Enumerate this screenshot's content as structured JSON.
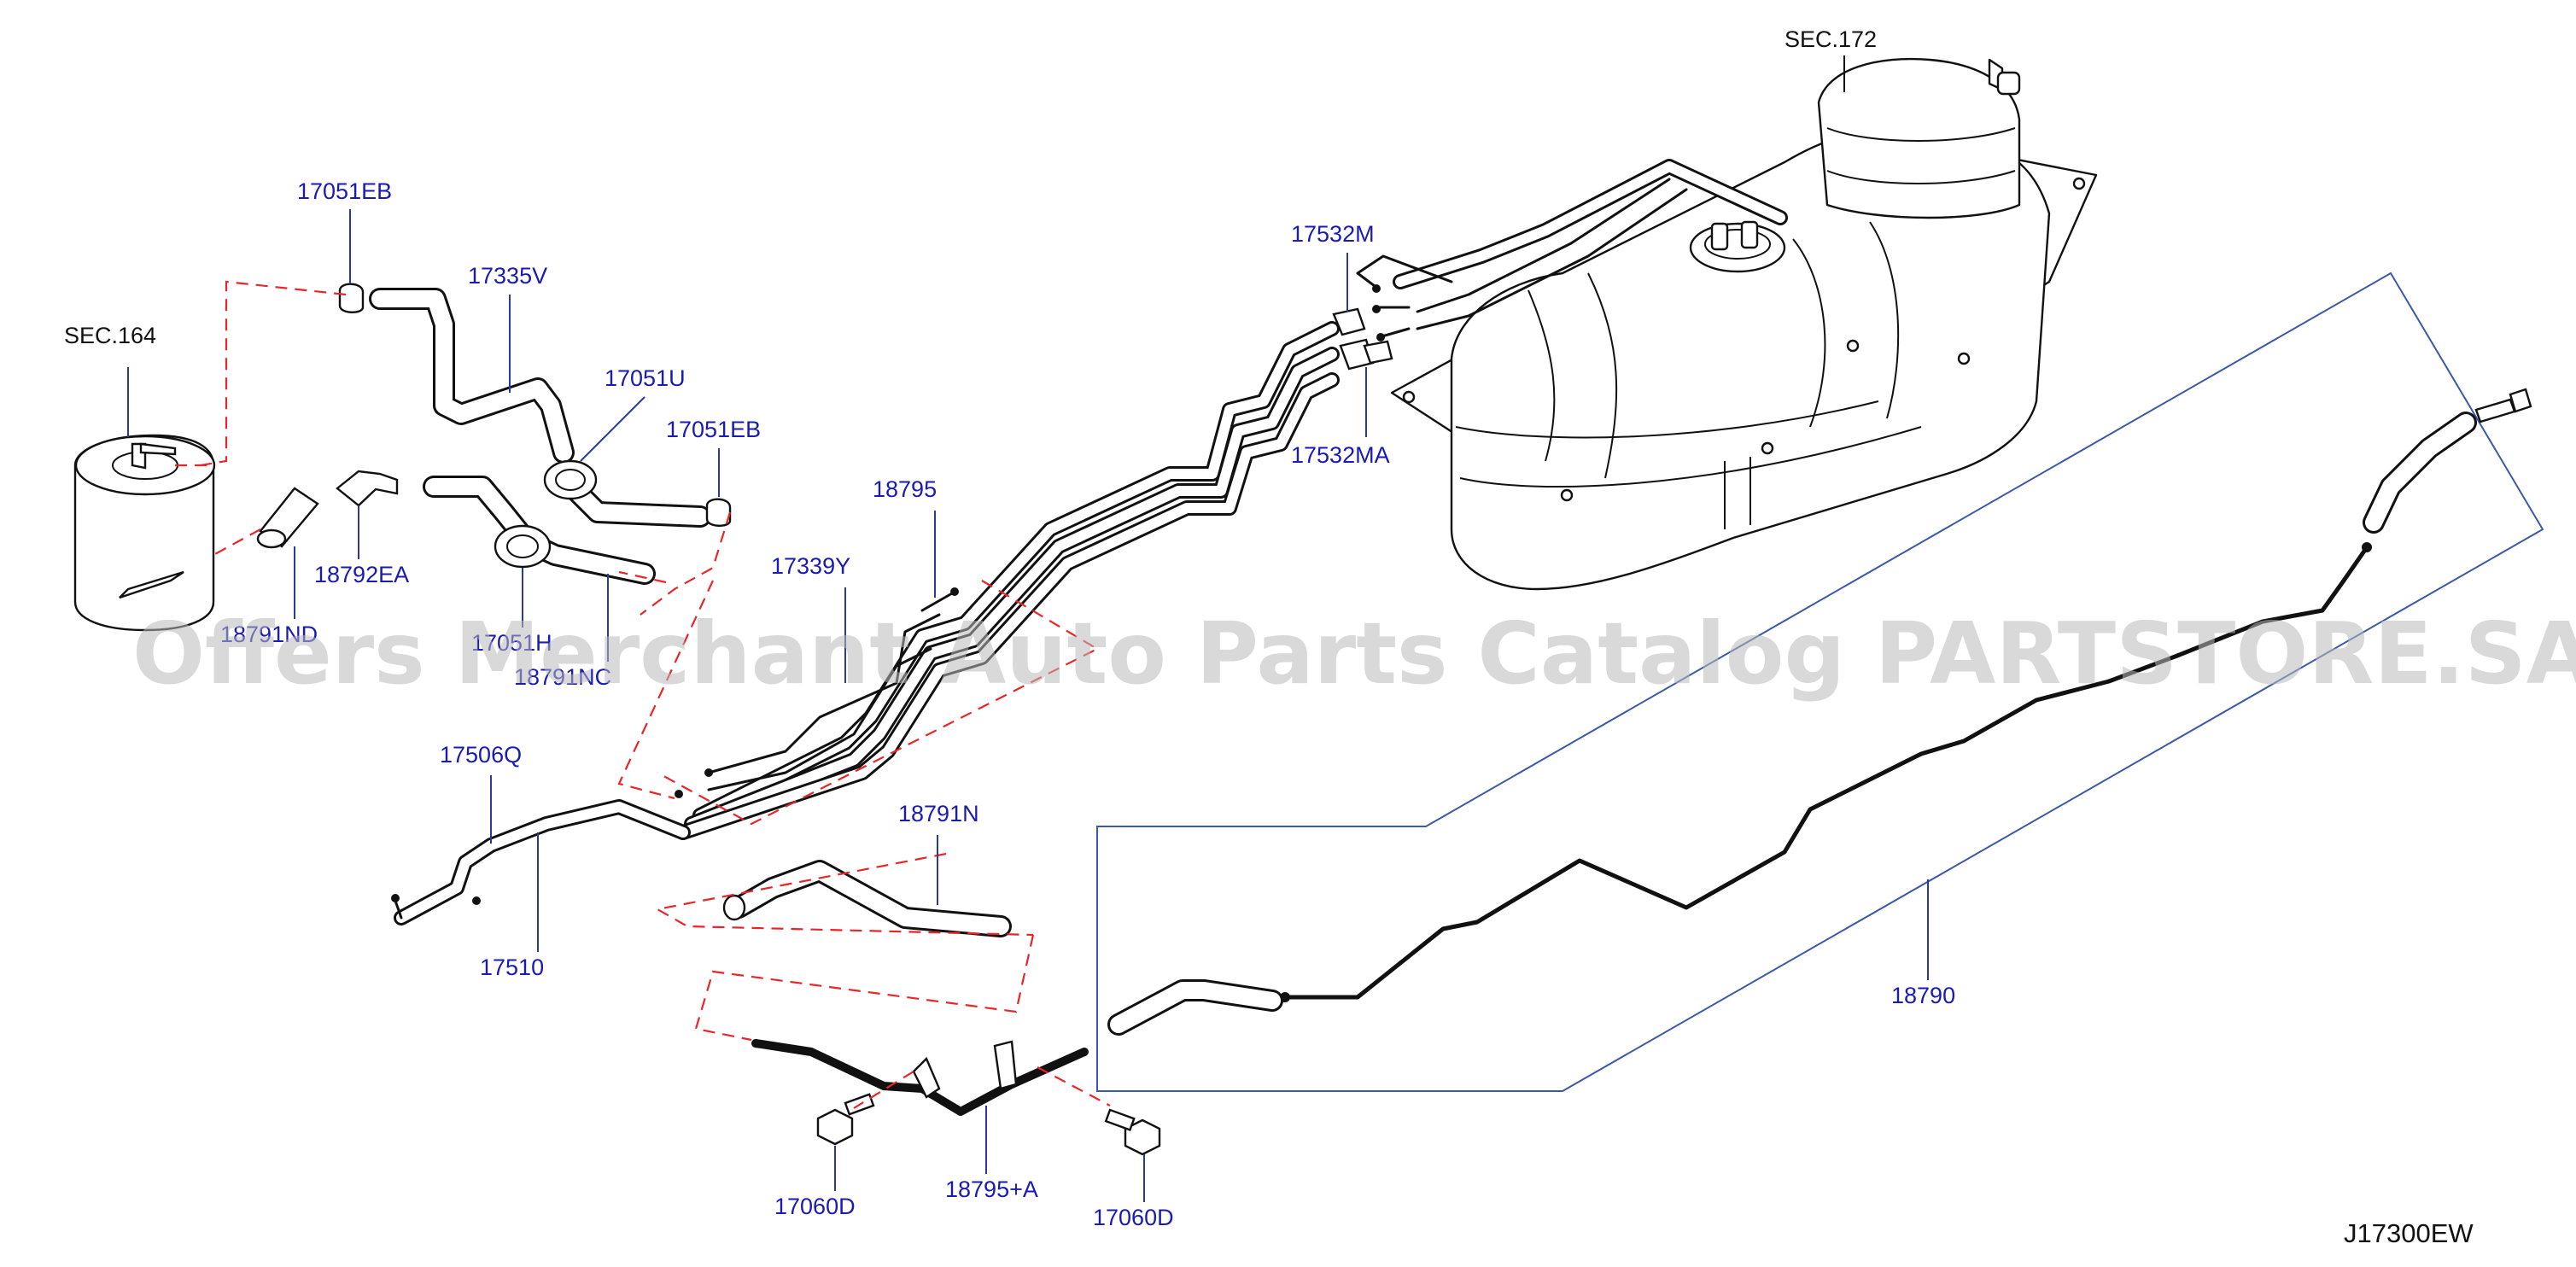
{
  "watermark": "Offers Merchant Auto Parts Catalog PARTSTORE.SA",
  "diagram_code": "J17300EW",
  "section_refs": {
    "sec_172": "SEC.172",
    "sec_164": "SEC.164"
  },
  "callouts": {
    "p17051EB_top": "17051EB",
    "p17335V": "17335V",
    "p17051U": "17051U",
    "p17051EB_mid": "17051EB",
    "p18792EA": "18792EA",
    "p18791ND": "18791ND",
    "p17051H": "17051H",
    "p18791NC": "18791NC",
    "p18795": "18795",
    "p17339Y": "17339Y",
    "p17532M": "17532M",
    "p17532MA": "17532MA",
    "p17506Q": "17506Q",
    "p17510": "17510",
    "p18791N": "18791N",
    "p18795A": "18795+A",
    "p17060D_left": "17060D",
    "p17060D_right": "17060D",
    "p18790": "18790"
  }
}
